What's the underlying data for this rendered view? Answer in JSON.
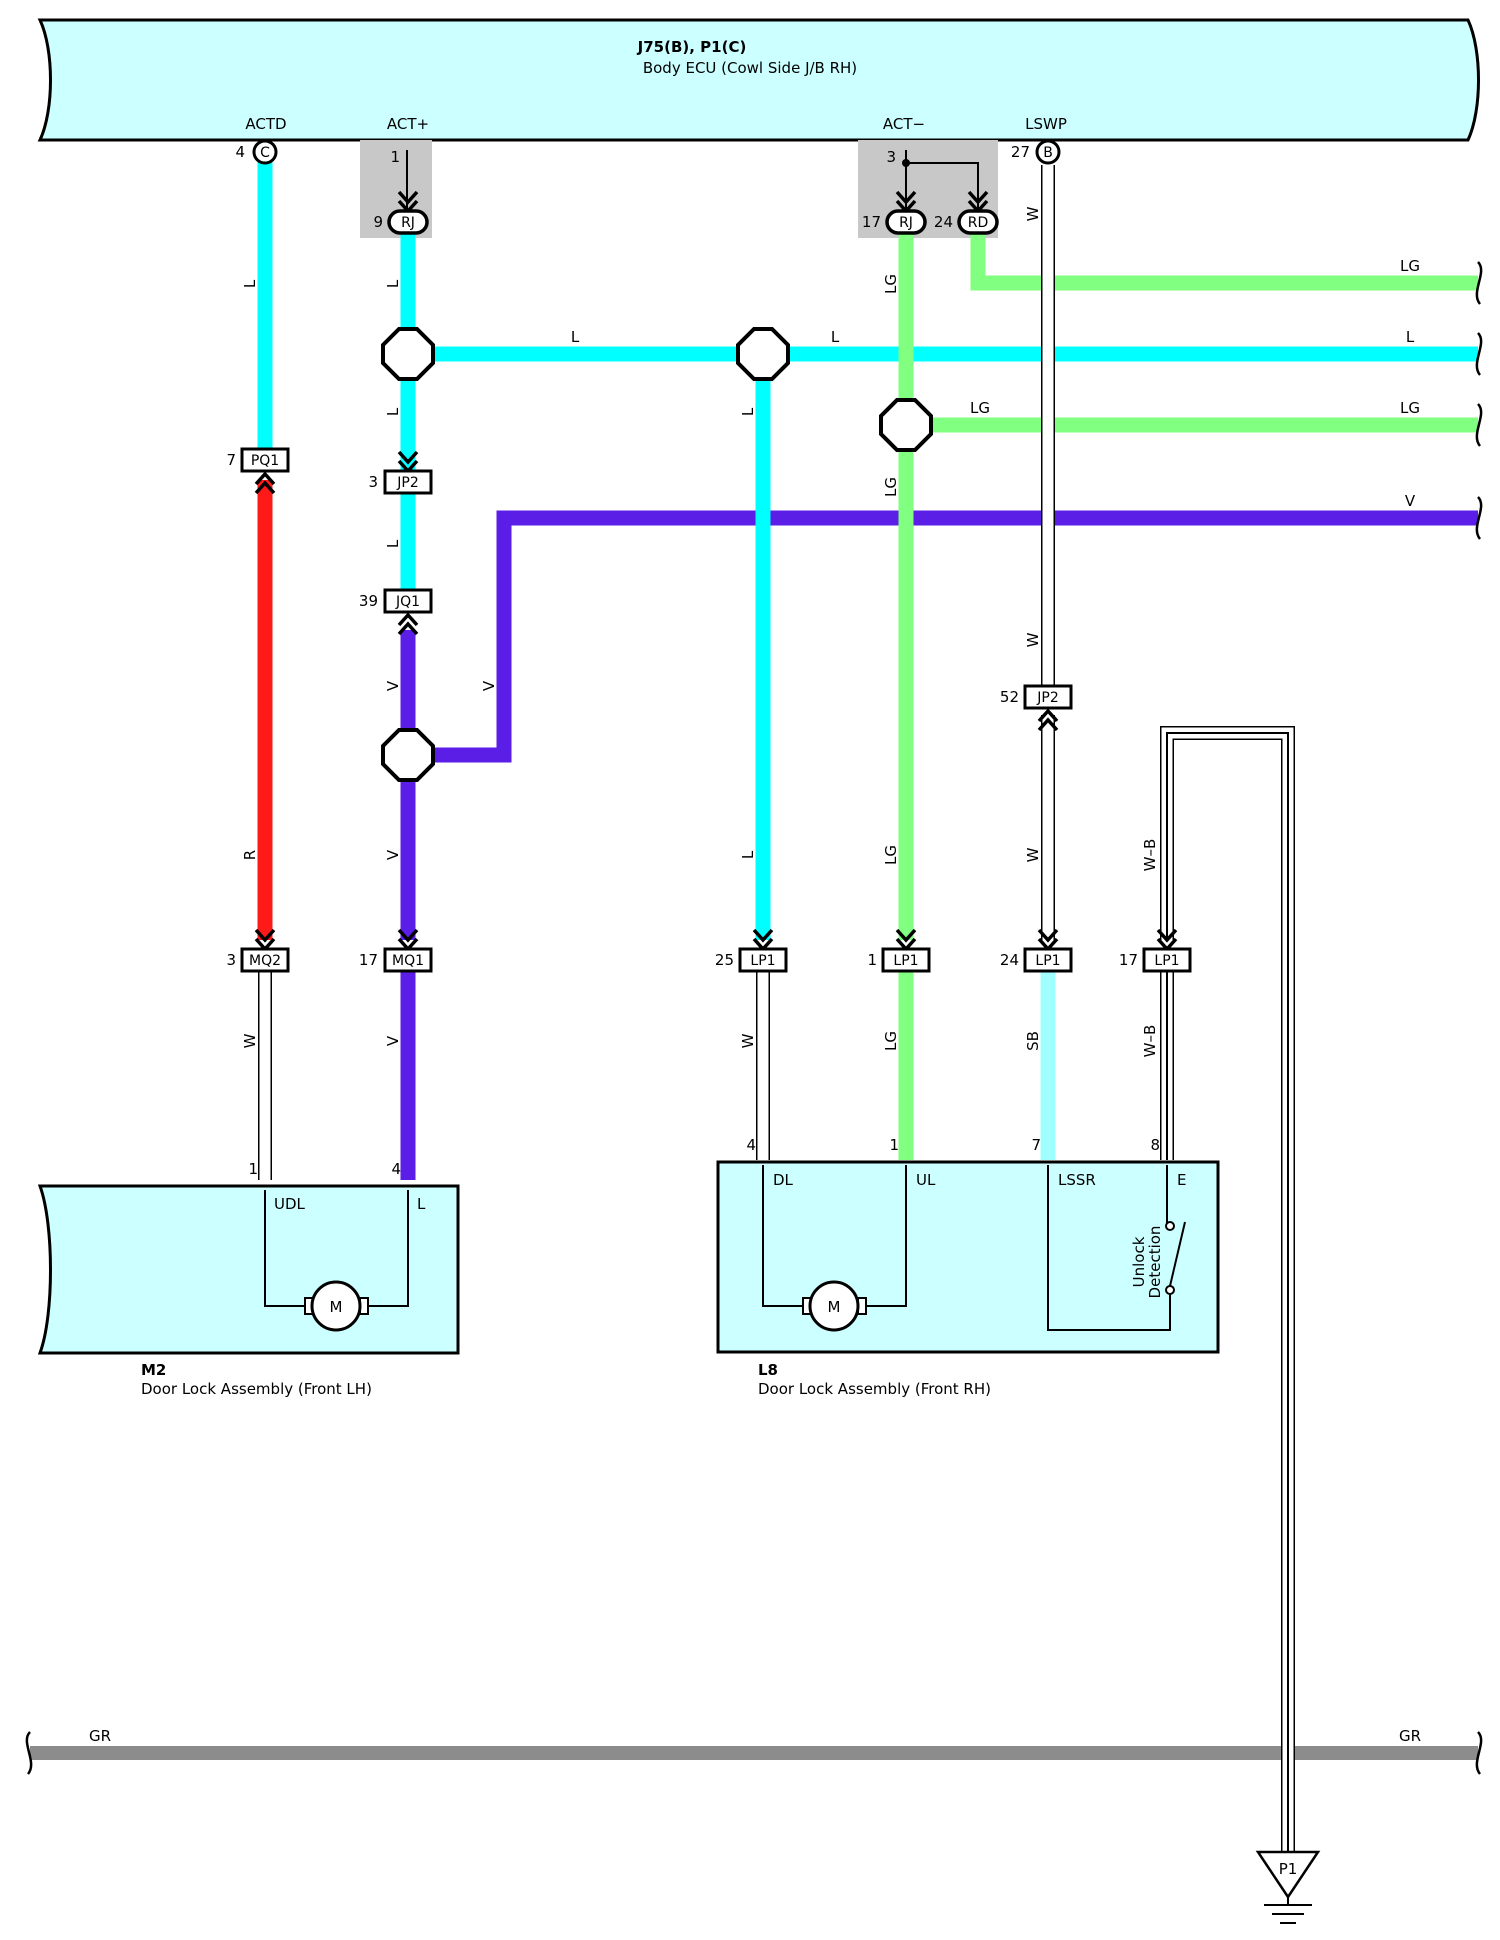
{
  "colors": {
    "L": "#00ffff",
    "LG": "#80ff80",
    "V": "#5a1ee6",
    "R": "#ff1a1a",
    "SB": "#a0ffff",
    "GR": "#8c8c8c",
    "W": "#ffffff",
    "module_fill": "#ccffff",
    "gray_box": "#c8c8c8"
  },
  "ecu": {
    "code": "J75(B), P1(C)",
    "name": "Body ECU (Cowl Side J/B RH)",
    "terminals": {
      "actd": {
        "name": "ACTD",
        "pin": "4",
        "conn": "C"
      },
      "act_plus": {
        "name": "ACT+",
        "pin": "1"
      },
      "act_minus": {
        "name": "ACT−",
        "pin": "3"
      },
      "lswp": {
        "name": "LSWP",
        "pin": "27",
        "conn": "B"
      }
    }
  },
  "connectors": {
    "rj9": {
      "code": "RJ",
      "pin": "9"
    },
    "rj17": {
      "code": "RJ",
      "pin": "17"
    },
    "rd24": {
      "code": "RD",
      "pin": "24"
    },
    "pq1": {
      "code": "PQ1",
      "pin": "7"
    },
    "jp2_3": {
      "code": "JP2",
      "pin": "3"
    },
    "jq1": {
      "code": "JQ1",
      "pin": "39"
    },
    "jp2_52": {
      "code": "JP2",
      "pin": "52"
    },
    "mq2": {
      "code": "MQ2",
      "pin": "3"
    },
    "mq1": {
      "code": "MQ1",
      "pin": "17"
    },
    "lp1_25": {
      "code": "LP1",
      "pin": "25"
    },
    "lp1_1": {
      "code": "LP1",
      "pin": "1"
    },
    "lp1_24": {
      "code": "LP1",
      "pin": "24"
    },
    "lp1_17": {
      "code": "LP1",
      "pin": "17"
    }
  },
  "wire_labels": {
    "actd_top": "L",
    "act_plus_top": "L",
    "act_plus_mid": "L",
    "act_plus_jp2": "L",
    "branch_l_left": "L",
    "branch_l_mid": "L",
    "branch_l_right": "L",
    "lg_top_right": "LG",
    "lg_mid_left": "LG",
    "lg_mid_right": "LG",
    "v_right": "V",
    "act_minus_top": "LG",
    "act_minus_mid": "LG",
    "act_minus_low": "LG",
    "act_minus_bottom": "LG",
    "lswp_top": "W",
    "lswp_mid": "W",
    "lswp_low": "W",
    "l_drop_top": "L",
    "l_drop_low": "L",
    "l_drop_bottom": "W",
    "pq1_red": "R",
    "mq2_bottom": "W",
    "v_left_1": "V",
    "v_left_2": "V",
    "v_left_3": "V",
    "v_bottom": "V",
    "sb_bottom": "SB",
    "wb_top": "W–B",
    "wb_bottom": "W–B",
    "gr_left": "GR",
    "gr_right": "GR"
  },
  "modules": {
    "m2": {
      "code": "M2",
      "name": "Door Lock Assembly (Front LH)",
      "pins": [
        {
          "num": "1",
          "name": "UDL"
        },
        {
          "num": "4",
          "name": "L"
        }
      ],
      "motor": "M"
    },
    "l8": {
      "code": "L8",
      "name": "Door Lock Assembly (Front RH)",
      "pins": [
        {
          "num": "4",
          "name": "DL"
        },
        {
          "num": "1",
          "name": "UL"
        },
        {
          "num": "7",
          "name": "LSSR"
        },
        {
          "num": "8",
          "name": "E"
        }
      ],
      "motor": "M",
      "switch_label_1": "Unlock",
      "switch_label_2": "Detection"
    }
  },
  "ground": {
    "code": "P1"
  }
}
